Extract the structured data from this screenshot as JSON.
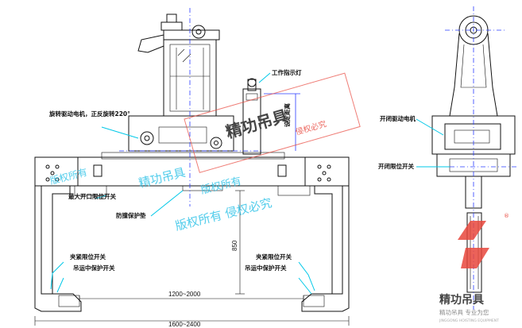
{
  "labels": {
    "rotate_motor": "旋转驱动电机，正反旋转220°",
    "work_light": "工作指示灯",
    "open_close_motor": "开闭驱动电机",
    "open_close_limit": "开闭限位开关",
    "max_open_limit": "最大开口限位开关",
    "anti_collision": "防撞保护垫",
    "clamp_limit_left": "夹紧限位开关",
    "transport_protect_left": "吊运中保护开关",
    "clamp_limit_right": "夹紧限位开关",
    "transport_protect_right": "吊运中保护开关",
    "vertical_dim": "设定距离",
    "height_dim": "850"
  },
  "dimensions": {
    "inner_span": "1200~2000",
    "outer_span": "1600~2400"
  },
  "watermark": {
    "brand": "精功吊具",
    "rights_1": "版权所有",
    "rights_2": "侵权必究",
    "rights_3": "版权所有 侵权必究",
    "rights_4": "版权所有",
    "logo_brand": "精功吊具",
    "logo_sub": "精功吊具 专业为您",
    "logo_tiny": "JINGGONG HOISTING EQUIPMENT",
    "registered": "®"
  },
  "colors": {
    "line": "#111111",
    "cyan": "#00c8e8",
    "blue": "#2a3cff",
    "watermark": "#33c4e8",
    "logo_red": "#e8463c"
  }
}
